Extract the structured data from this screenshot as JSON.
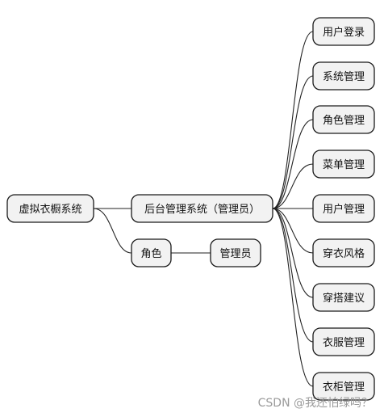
{
  "mindmap": {
    "root": "虚拟衣橱系统",
    "branches": [
      {
        "label": "后台管理系统（管理员）",
        "children": [
          "用户登录",
          "系统管理",
          "角色管理",
          "菜单管理",
          "用户管理",
          "穿衣风格",
          "穿搭建议",
          "衣服管理",
          "衣柜管理"
        ]
      },
      {
        "label": "角色",
        "children": [
          "管理员"
        ]
      }
    ]
  },
  "watermark": "CSDN @我还怕绿吗？"
}
